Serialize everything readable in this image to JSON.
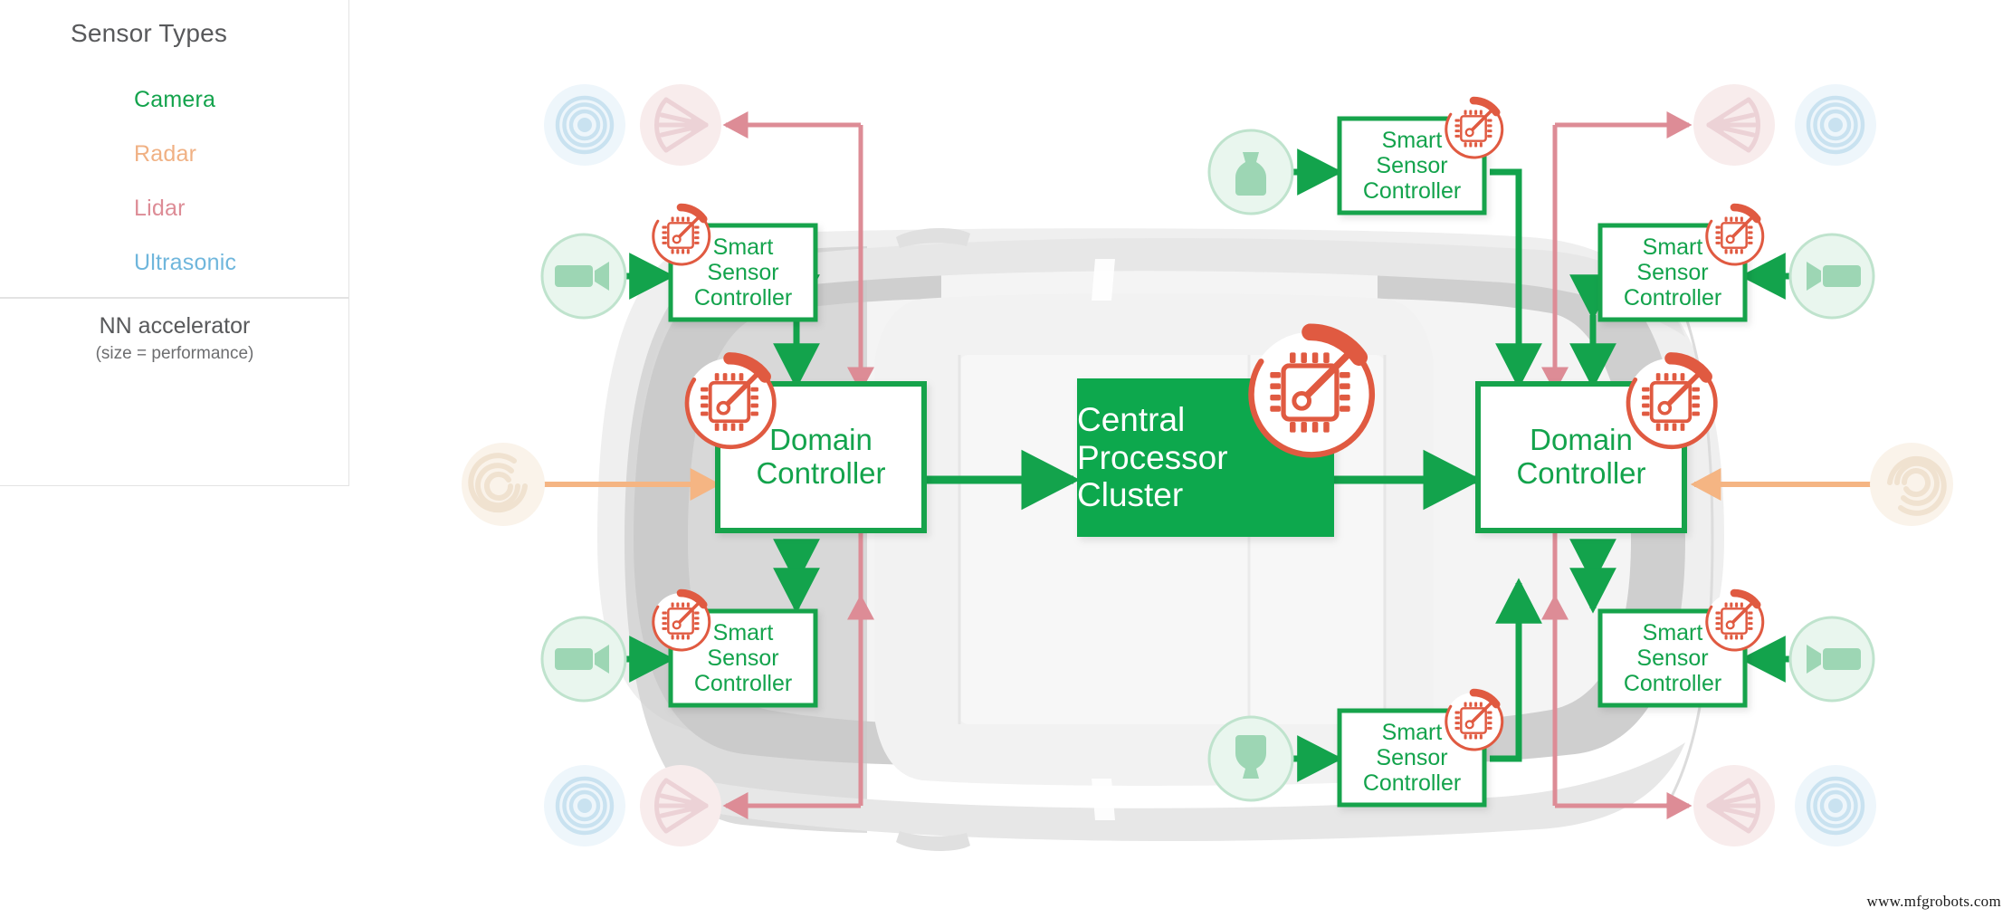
{
  "watermark": "www.mfgrobots.com",
  "colors": {
    "green": "#13a34c",
    "green_fill": "#0ca84e",
    "orange_accent": "#e05a41",
    "radar": "#f5b583",
    "lidar": "#dd8c96",
    "ultrasonic": "#8ec6e0",
    "camera": "#13a34c",
    "text_grey": "#58595b",
    "panel_border": "#e3e3e3",
    "car_body": "#c9c9c9",
    "car_glass": "#efefef"
  },
  "legend": {
    "sensor_types": {
      "title": "Sensor Types",
      "root_icon": "sensor-waves-icon",
      "items": [
        {
          "label": "Camera",
          "icon": "camera-icon",
          "color": "#13a34c",
          "fill": "#d5f0e0"
        },
        {
          "label": "Radar",
          "icon": "radar-icon",
          "color": "#f0b184",
          "fill": "#fdeedd"
        },
        {
          "label": "Lidar",
          "icon": "lidar-icon",
          "color": "#dd8c96",
          "fill": "#f7dde1"
        },
        {
          "label": "Ultrasonic",
          "icon": "ultrasonic-icon",
          "color": "#6fb6dc",
          "fill": "#ddeef8"
        }
      ]
    },
    "nn_accelerator": {
      "title": "NN accelerator",
      "subtitle": "(size = performance)",
      "small_icon": "nn-accelerator-icon-small",
      "large_icon": "nn-accelerator-icon-large",
      "arrow_icon": "growth-arrow-icon"
    }
  },
  "diagram": {
    "car_icon": "car-top-view",
    "blocks": {
      "central_processor": {
        "label": "Central\nProcessor\nCluster",
        "line1": "Central",
        "line2": "Processor",
        "line3": "Cluster"
      },
      "domain_controller": {
        "line1": "Domain",
        "line2": "Controller"
      },
      "smart_sensor_controller": {
        "line1": "Smart",
        "line2": "Sensor",
        "line3": "Controller"
      }
    },
    "nodes": [
      {
        "id": "cpc",
        "type": "central-processor-cluster",
        "label_lines": [
          "Central",
          "Processor",
          "Cluster"
        ],
        "nn": "large"
      },
      {
        "id": "dc-left",
        "type": "domain-controller",
        "label_lines": [
          "Domain",
          "Controller"
        ],
        "nn": "medium"
      },
      {
        "id": "dc-right",
        "type": "domain-controller",
        "label_lines": [
          "Domain",
          "Controller"
        ],
        "nn": "medium"
      },
      {
        "id": "ssc-fl",
        "type": "smart-sensor-controller",
        "label_lines": [
          "Smart",
          "Sensor",
          "Controller"
        ],
        "nn": "small",
        "sensor": "camera"
      },
      {
        "id": "ssc-rl",
        "type": "smart-sensor-controller",
        "label_lines": [
          "Smart",
          "Sensor",
          "Controller"
        ],
        "nn": "small",
        "sensor": "camera"
      },
      {
        "id": "ssc-fr",
        "type": "smart-sensor-controller",
        "label_lines": [
          "Smart",
          "Sensor",
          "Controller"
        ],
        "nn": "small",
        "sensor": "camera"
      },
      {
        "id": "ssc-rr",
        "type": "smart-sensor-controller",
        "label_lines": [
          "Smart",
          "Sensor",
          "Controller"
        ],
        "nn": "small",
        "sensor": "camera"
      },
      {
        "id": "ssc-top",
        "type": "smart-sensor-controller",
        "label_lines": [
          "Smart",
          "Sensor",
          "Controller"
        ],
        "nn": "small",
        "sensor": "camera-front"
      },
      {
        "id": "ssc-bot",
        "type": "smart-sensor-controller",
        "label_lines": [
          "Smart",
          "Sensor",
          "Controller"
        ],
        "nn": "small",
        "sensor": "camera-front"
      }
    ],
    "sensors": [
      {
        "id": "ultrasonic-tl",
        "type": "ultrasonic"
      },
      {
        "id": "lidar-tl",
        "type": "lidar"
      },
      {
        "id": "camera-fl",
        "type": "camera"
      },
      {
        "id": "radar-l",
        "type": "radar"
      },
      {
        "id": "camera-rl",
        "type": "camera"
      },
      {
        "id": "ultrasonic-bl",
        "type": "ultrasonic"
      },
      {
        "id": "lidar-bl",
        "type": "lidar"
      },
      {
        "id": "ultrasonic-tr",
        "type": "ultrasonic"
      },
      {
        "id": "lidar-tr",
        "type": "lidar"
      },
      {
        "id": "camera-fr",
        "type": "camera"
      },
      {
        "id": "radar-r",
        "type": "radar"
      },
      {
        "id": "camera-rr",
        "type": "camera"
      },
      {
        "id": "ultrasonic-br",
        "type": "ultrasonic"
      },
      {
        "id": "lidar-br",
        "type": "lidar"
      },
      {
        "id": "camera-front",
        "type": "camera-front"
      },
      {
        "id": "camera-rear",
        "type": "camera-front"
      }
    ]
  }
}
